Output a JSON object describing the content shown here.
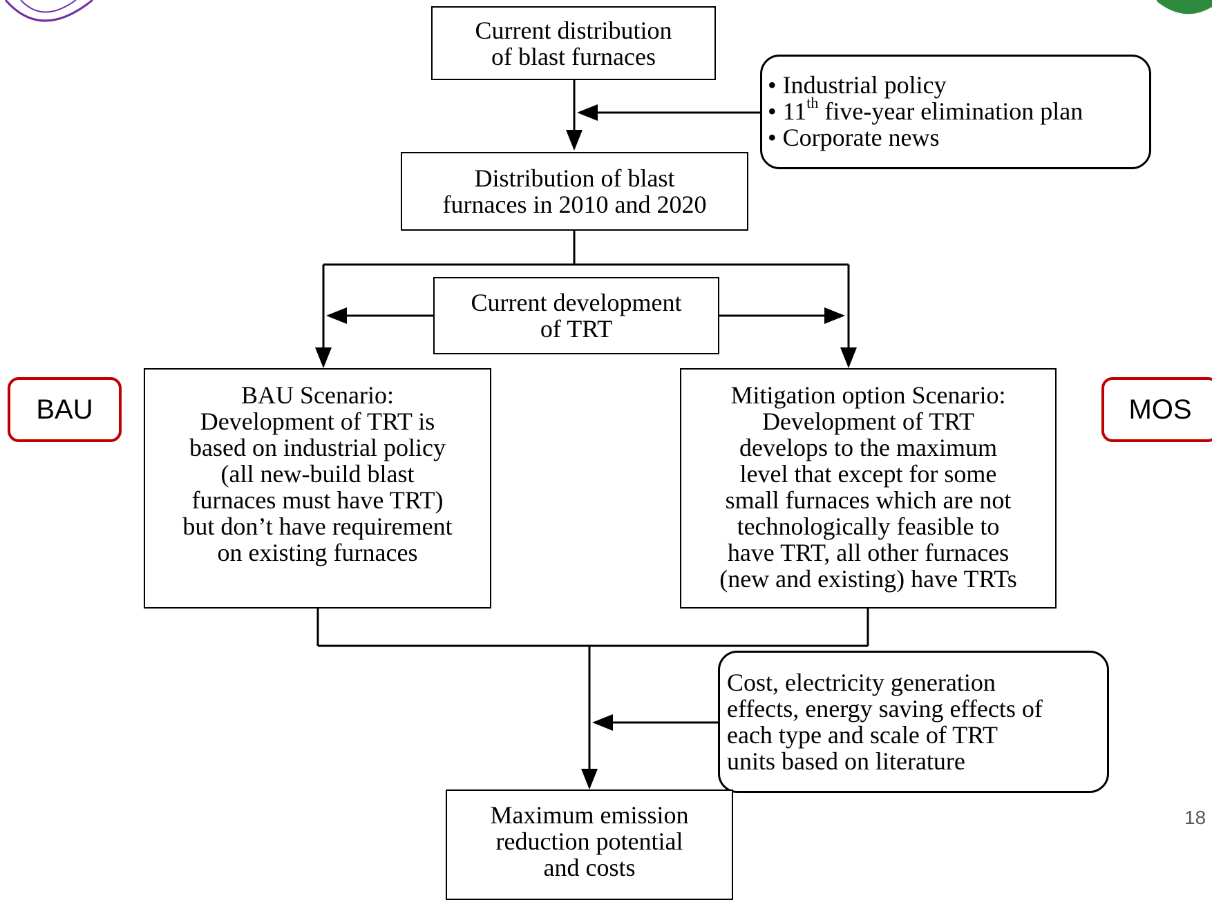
{
  "flowchart": {
    "current_distribution": [
      "Current distribution",
      "of blast furnaces"
    ],
    "policy_inputs": {
      "items": [
        {
          "text": "Industrial policy"
        },
        {
          "prefix": "11",
          "sup": "th",
          "text": " five-year elimination plan"
        },
        {
          "text": "Corporate news"
        }
      ]
    },
    "distribution_2010_2020": [
      "Distribution of blast",
      "furnaces in 2010 and 2020"
    ],
    "current_trt": [
      "Current development",
      "of TRT"
    ],
    "bau_scenario": [
      "BAU Scenario:",
      "Development of TRT is",
      "based on industrial policy",
      "(all new-build blast",
      "furnaces must have TRT)",
      "but don’t have requirement",
      "on existing furnaces"
    ],
    "mos_scenario": [
      "Mitigation option Scenario:",
      "Development of TRT",
      "develops to the maximum",
      "level that except for some",
      "small furnaces which are not",
      "technologically feasible to",
      "have TRT, all other furnaces",
      "(new and existing) have TRTs"
    ],
    "cost_inputs": [
      "Cost, electricity generation",
      "effects, energy saving effects of",
      "each type and scale of TRT",
      "units based on literature"
    ],
    "result": [
      "Maximum emission",
      "reduction potential",
      "and costs"
    ]
  },
  "tags": {
    "bau": "BAU",
    "mos": "MOS"
  },
  "slide_number": "18",
  "colors": {
    "tag_border": "#c00000",
    "logo_left": "#7030a0",
    "logo_right": "#2e8b3e"
  }
}
